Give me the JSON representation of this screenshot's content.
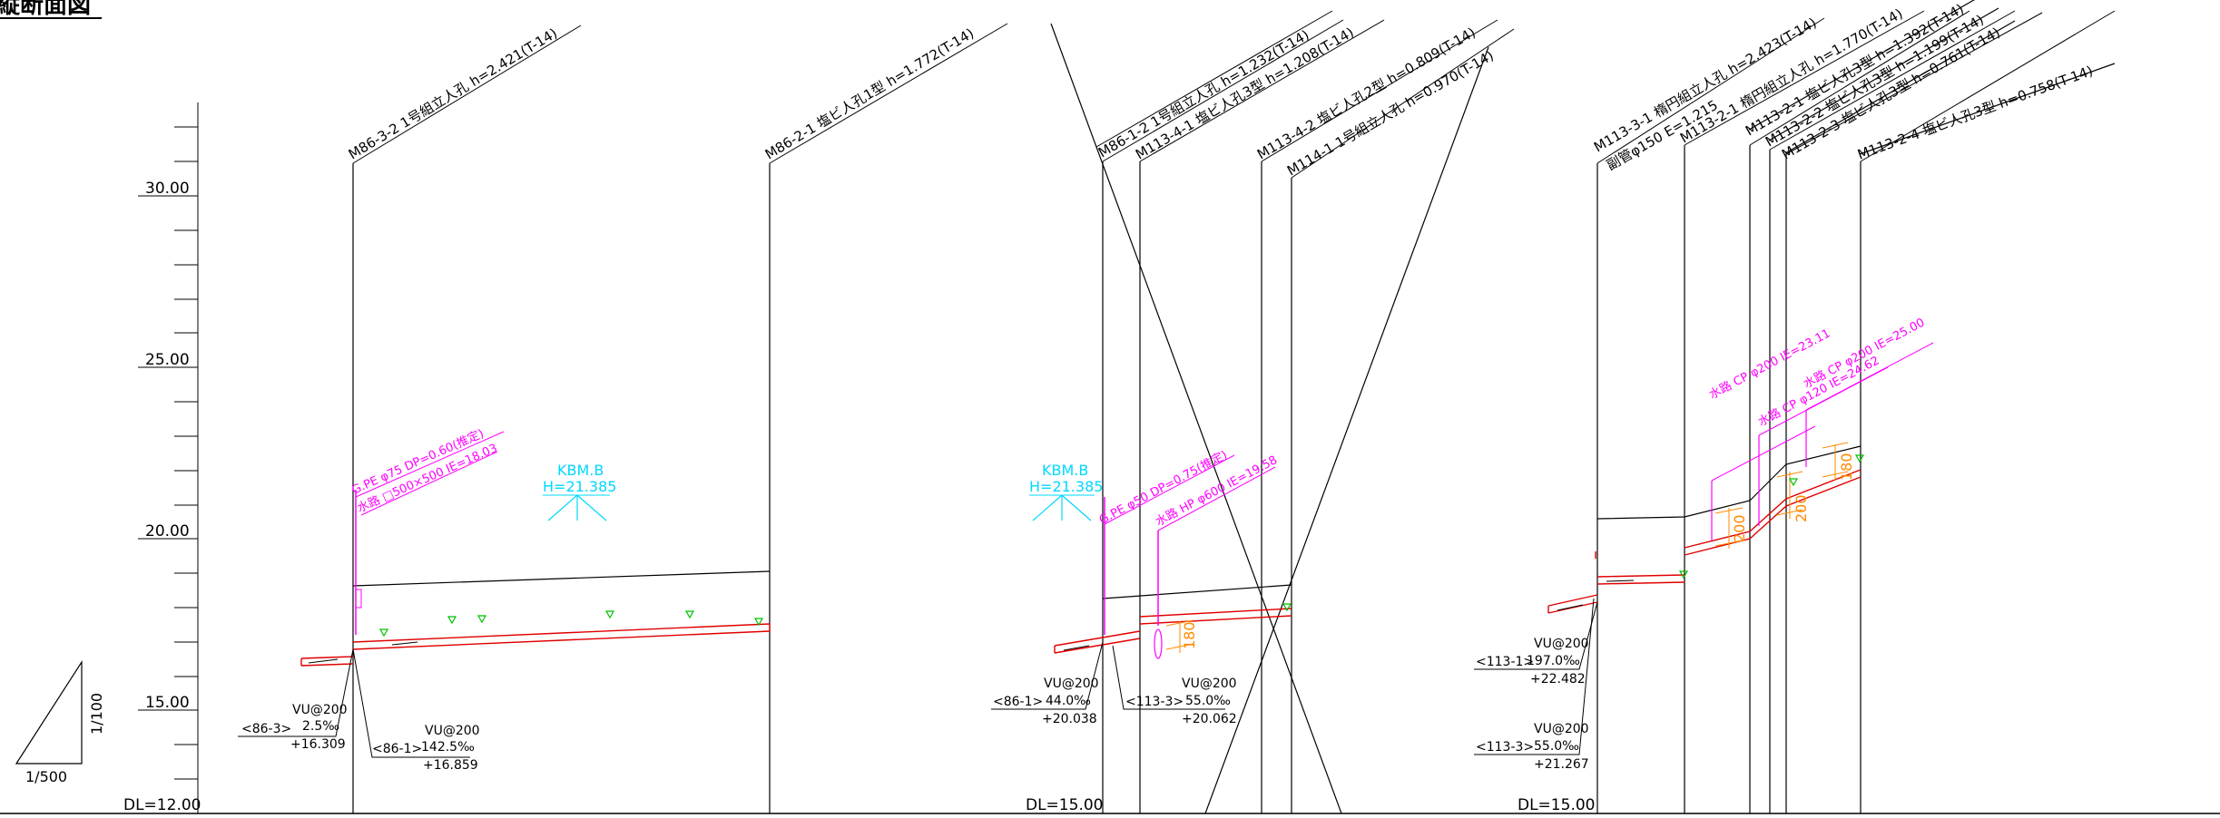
{
  "title": "縦断面図",
  "colors": {
    "line": "#000000",
    "pipe": "#e00000",
    "annotation": "#ff00ff",
    "benchmark": "#00d8ff",
    "dimension": "#ff8a00",
    "groundwater": "#00c000",
    "struck_label": "#a0a0a0"
  },
  "scale": {
    "horizontal": "1/500",
    "vertical": "1/100"
  },
  "elevation_labels": [
    "30.00",
    "25.00",
    "20.00",
    "15.00"
  ],
  "datum_labels": [
    "DL=12.00",
    "DL=15.00",
    "DL=15.00"
  ],
  "manholes": [
    {
      "id": "mh-1",
      "label": "M86-3-2 1号組立人孔 h=2.421(T-14)"
    },
    {
      "id": "mh-2",
      "label": "M86-2-1 塩ビ人孔1型 h=1.772(T-14)"
    },
    {
      "id": "mh-3",
      "label": "M86-1-2 1号組立人孔 h=1.232(T-14)",
      "struck": true
    },
    {
      "id": "mh-4",
      "label": "M113-4-1 塩ビ人孔3型 h=1.208(T-14)"
    },
    {
      "id": "mh-5",
      "label": "M113-4-2 塩ビ人孔2型 h=0.809(T-14)"
    },
    {
      "id": "mh-6",
      "label": "M114-1 1号組立人孔 h=0.970(T-14)"
    },
    {
      "id": "mh-7",
      "label": "M113-3-1 楕円組立人孔 h=2.423(T-14)"
    },
    {
      "id": "mh-8",
      "label": "副管φ150 E=1.215"
    },
    {
      "id": "mh-9",
      "label": "M113-2-1 楕円組立人孔 h=1.770(T-14)"
    },
    {
      "id": "mh-10",
      "label": "M113-2-1 塩ビ人孔3型 h=1.392(T-14)",
      "struck": true
    },
    {
      "id": "mh-11",
      "label": "M113-2-2 塩ビ人孔3型 h=1.199(T-14)",
      "struck": true
    },
    {
      "id": "mh-12",
      "label": "M113-2-3 塩ビ人孔3型 h=0.761(T-14)",
      "struck": true
    },
    {
      "id": "mh-13",
      "label": "M113-2-4 塩ビ人孔3型 h=0.758(T-14)",
      "struck": true
    }
  ],
  "benchmarks": [
    {
      "label": "KBM.B",
      "height": "H=21.385"
    },
    {
      "label": "KBM.B",
      "height": "H=21.385"
    }
  ],
  "utilities": [
    {
      "id": "u-1",
      "text": "G.PE φ75 DP=0.60(推定)"
    },
    {
      "id": "u-2",
      "text": "水路 □500×500 IE=18.03"
    },
    {
      "id": "u-3",
      "text": "G.PE φ50 DP=0.75(推定)"
    },
    {
      "id": "u-4",
      "text": "水路 HP φ600 IE=19.58"
    },
    {
      "id": "u-5",
      "text": "水路 CP φ200 IE=23.11"
    },
    {
      "id": "u-6",
      "text": "水路 CP φ120 IE=24.62"
    },
    {
      "id": "u-7",
      "text": "水路 CP φ200 IE=25.00"
    }
  ],
  "pipe_segments": [
    {
      "id": "p-1",
      "tag": "<86-3>",
      "material": "VU@200",
      "slope": "2.5‰",
      "elev": "+16.309"
    },
    {
      "id": "p-2",
      "tag": "<86-1>",
      "material": "VU@200",
      "slope": "142.5‰",
      "elev": "+16.859"
    },
    {
      "id": "p-3",
      "tag": "<86-1>",
      "material": "VU@200",
      "slope": "44.0‰",
      "elev": "+20.038"
    },
    {
      "id": "p-4",
      "tag": "<113-3>",
      "material": "VU@200",
      "slope": "55.0‰",
      "elev": "+20.062"
    },
    {
      "id": "p-5",
      "tag": "<113-1>",
      "material": "VU@200",
      "slope": "197.0‰",
      "elev": "+22.482"
    },
    {
      "id": "p-6",
      "tag": "<113-3>",
      "material": "VU@200",
      "slope": "55.0‰",
      "elev": "+21.267"
    }
  ],
  "dimensions": [
    "180",
    "200",
    "200",
    "180"
  ]
}
